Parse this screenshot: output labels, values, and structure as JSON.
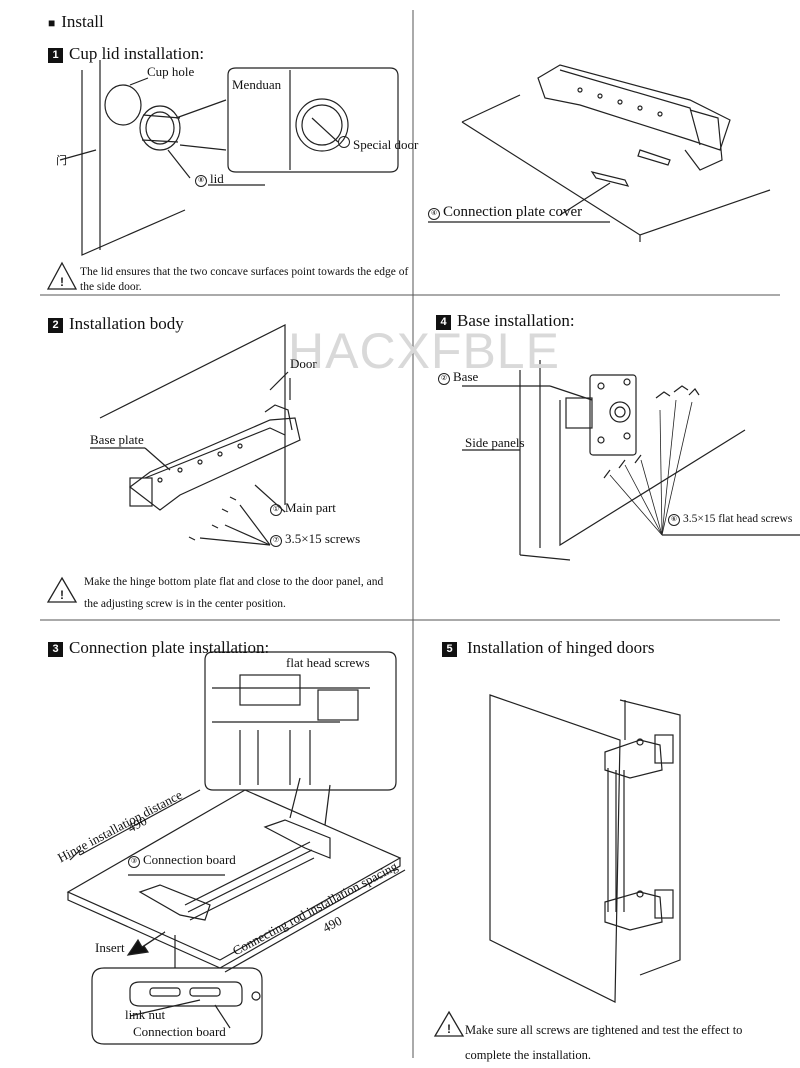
{
  "header": {
    "bullet": "■",
    "title": "Install"
  },
  "watermark": "HACXFBLE",
  "step1": {
    "num": "1",
    "title": "Cup lid installation:",
    "labels": {
      "cup_hole": "Cup hole",
      "menduan": "Menduan",
      "special_door": "Special door",
      "lid": "lid",
      "lid_num": "⑧",
      "door": "门"
    },
    "note_line1": "The lid ensures that the two concave surfaces point towards the edge of",
    "note_line2": "the side door."
  },
  "step4": {
    "num": "4",
    "title": "Base installation:",
    "labels": {
      "base": "Base",
      "base_num": "②",
      "side_panels": "Side panels",
      "screws": "3.5×15 flat head screws",
      "screws_num": "⑥"
    }
  },
  "cover": {
    "label": "Connection plate cover",
    "label_num": "④"
  },
  "step2": {
    "num": "2",
    "title": "Installation body",
    "labels": {
      "door": "Door",
      "base_plate": "Base plate",
      "main_part": "Main part",
      "main_num": "①",
      "screws": "3.5×15 screws",
      "screws_num": "⑦"
    },
    "note_line1": "Make the hinge bottom plate flat and close to the door panel, and",
    "note_line2": "the adjusting screw is in the center position."
  },
  "step3": {
    "num": "3",
    "title": "Connection plate installation:",
    "labels": {
      "flat_head_screws": "flat head screws",
      "hinge_distance": "Hinge installation distance",
      "hinge_distance_value": "490",
      "connection_board": "Connection board",
      "board_num": "③",
      "rod_spacing": "Connecting rod installation spacing",
      "rod_spacing_value": "490",
      "insert": "Insert",
      "link_nut": "link nut",
      "connection_board_2": "Connection board"
    }
  },
  "step5": {
    "num": "5",
    "title": "Installation of hinged doors",
    "note_line1": "Make sure all screws are tightened and test the effect to",
    "note_line2": "complete the installation."
  },
  "colors": {
    "line": "#222222",
    "grid": "#555555",
    "watermark": "#d9d9d9"
  }
}
